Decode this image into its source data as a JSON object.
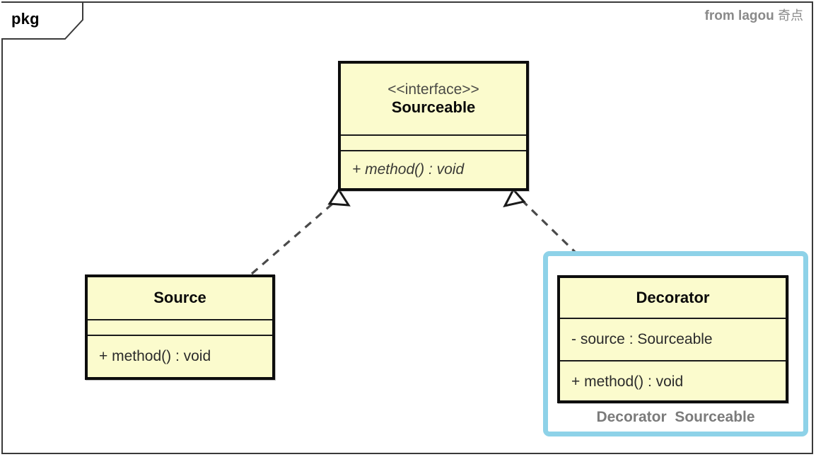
{
  "diagram": {
    "type": "uml-class-diagram",
    "package_label": "pkg",
    "watermark": {
      "text": "from lagou",
      "cjk": "奇点"
    },
    "classes": [
      {
        "id": "sourceable",
        "stereotype": "<<interface>>",
        "name": "Sourceable",
        "attributes": [],
        "methods": [
          "+ method() : void"
        ],
        "method_style": "italic",
        "fill": "#FBFBCD",
        "border": "#0D0D0D"
      },
      {
        "id": "source",
        "stereotype": "",
        "name": "Source",
        "attributes": [],
        "methods": [
          "+ method() : void"
        ],
        "method_style": "normal",
        "fill": "#FBFBCD",
        "border": "#0D0D0D"
      },
      {
        "id": "decorator",
        "stereotype": "",
        "name": "Decorator",
        "attributes": [
          "- source : Sourceable"
        ],
        "methods": [
          "+ method() : void"
        ],
        "method_style": "normal",
        "fill": "#FBFBCD",
        "border": "#0D0D0D"
      }
    ],
    "relationships": [
      {
        "from": "source",
        "to": "sourceable",
        "kind": "realization",
        "line": "dashed",
        "arrowhead": "hollow-triangle"
      },
      {
        "from": "decorator",
        "to": "sourceable",
        "kind": "realization",
        "line": "dashed",
        "arrowhead": "hollow-triangle"
      }
    ],
    "highlight": {
      "target": "decorator",
      "color": "#8ED2E8",
      "caption": "Decorator  Sourceable",
      "caption_color": "#7B7B7B"
    }
  }
}
